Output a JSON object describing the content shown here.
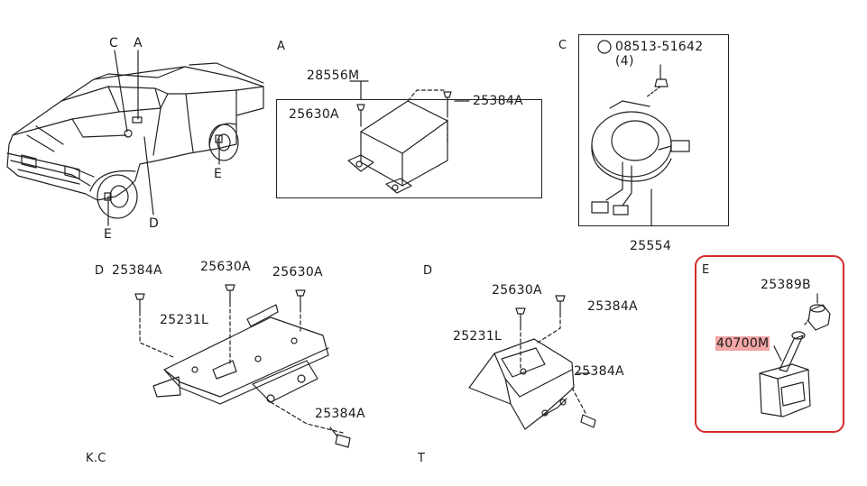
{
  "sections": {
    "truck": {
      "callouts": {
        "c": "C",
        "a": "A",
        "e1": "E",
        "e2": "E",
        "d": "D"
      }
    },
    "a": {
      "letter": "A",
      "parts": {
        "unit": "28556M",
        "bolt_left": "25630A",
        "bolt_right": "25384A"
      }
    },
    "c": {
      "letter": "C",
      "parts": {
        "screw": "08513-51642",
        "screw_qty": "(4)",
        "spiral_cable": "25554"
      }
    },
    "d1": {
      "letter": "D",
      "parts": {
        "bolt_a": "25384A",
        "bolt_b": "25630A",
        "bolt_c": "25630A",
        "bracket": "25231L",
        "bolt_d": "25384A"
      },
      "variant": "K.C"
    },
    "d2": {
      "letter": "D",
      "parts": {
        "bolt_a": "25630A",
        "bolt_b": "25384A",
        "bracket": "25231L",
        "bolt_c": "25384A"
      },
      "variant": "T"
    },
    "e": {
      "letter": "E",
      "parts": {
        "cap": "25389B",
        "sensor": "40700M"
      },
      "highlight_color": "#d42a2a",
      "label_highlight": "#f2a6a6"
    }
  }
}
